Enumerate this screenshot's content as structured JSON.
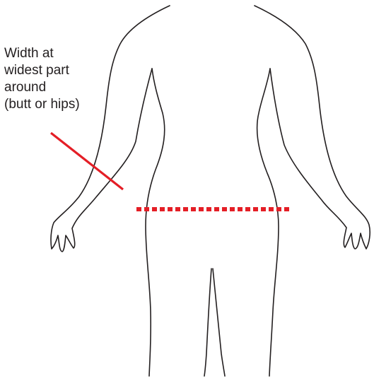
{
  "annotation": {
    "lines": [
      "Width at",
      "widest part",
      "around",
      "(butt or hips)"
    ]
  },
  "colors": {
    "outline": "#231f20",
    "pointer": "#e41e26",
    "measure_line": "#e41e26"
  },
  "measure_line_style": "dotted"
}
